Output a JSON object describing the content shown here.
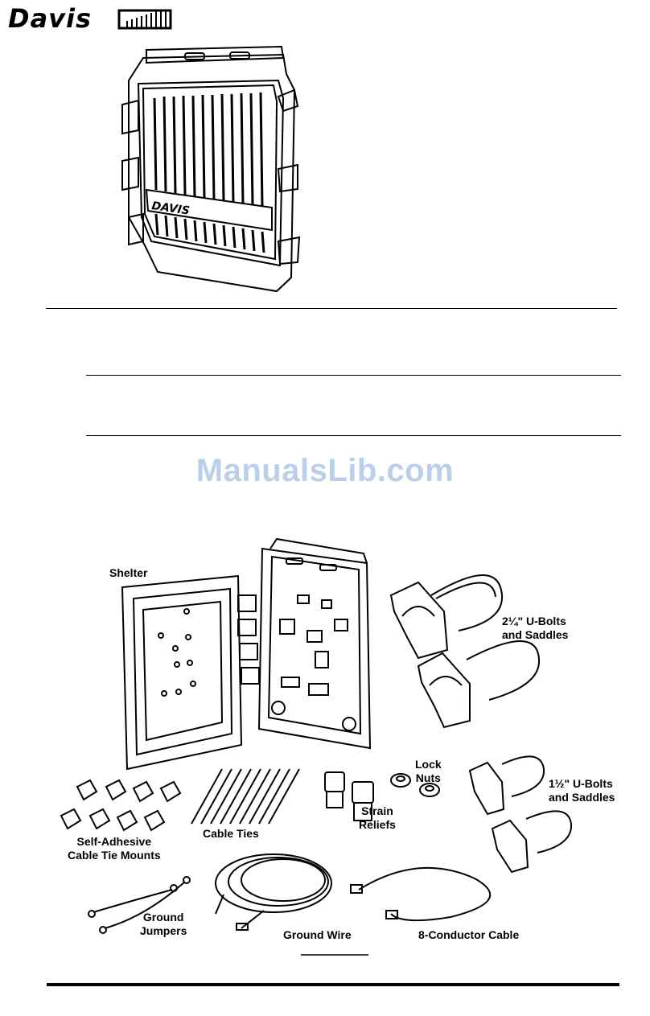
{
  "header": {
    "brand": "Davis"
  },
  "device": {
    "brand_badge": "DAVIS"
  },
  "watermark": "ManualsLib.com",
  "parts": {
    "shelter": "Shelter",
    "ubolts_large": "2¼\" U-Bolts\nand Saddles",
    "lock_nuts": "Lock\nNuts",
    "ubolts_small": "1½\" U-Bolts\nand Saddles",
    "strain_reliefs": "Strain\nReliefs",
    "cable_ties": "Cable Ties",
    "tie_mounts": "Self-Adhesive\nCable Tie Mounts",
    "ground_jumpers": "Ground\nJumpers",
    "ground_wire": "Ground Wire",
    "conductor_cable": "8-Conductor Cable"
  }
}
